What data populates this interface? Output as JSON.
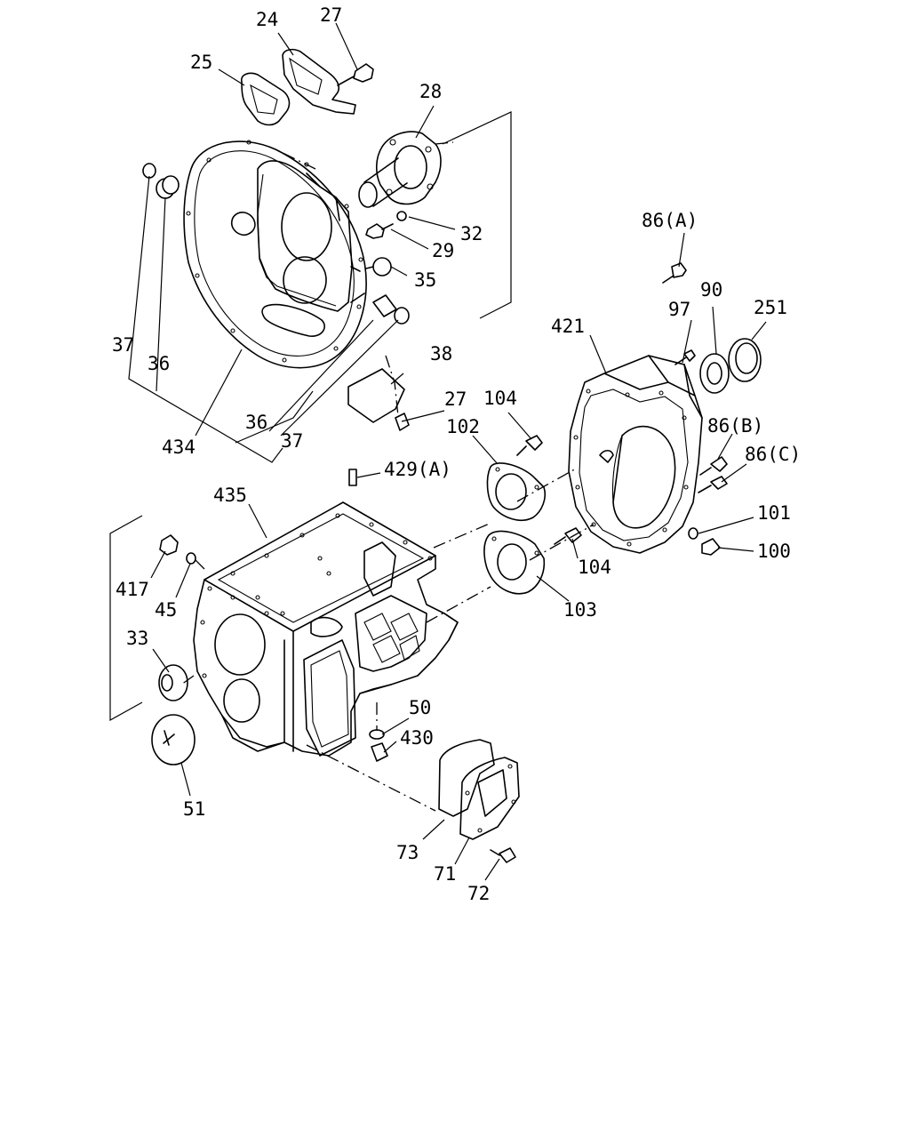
{
  "callouts": [
    {
      "id": "p24",
      "text": "24"
    },
    {
      "id": "p27a",
      "text": "27"
    },
    {
      "id": "p25",
      "text": "25"
    },
    {
      "id": "p28",
      "text": "28"
    },
    {
      "id": "p32",
      "text": "32"
    },
    {
      "id": "p29",
      "text": "29"
    },
    {
      "id": "p35",
      "text": "35"
    },
    {
      "id": "p86a",
      "text": "86(A)"
    },
    {
      "id": "p90",
      "text": "90"
    },
    {
      "id": "p251",
      "text": "251"
    },
    {
      "id": "p97",
      "text": "97"
    },
    {
      "id": "p421",
      "text": "421"
    },
    {
      "id": "p37a",
      "text": "37"
    },
    {
      "id": "p36a",
      "text": "36"
    },
    {
      "id": "p38",
      "text": "38"
    },
    {
      "id": "p104a",
      "text": "104"
    },
    {
      "id": "p27b",
      "text": "27"
    },
    {
      "id": "p102",
      "text": "102"
    },
    {
      "id": "p36b",
      "text": "36"
    },
    {
      "id": "p86b",
      "text": "86(B)"
    },
    {
      "id": "p37b",
      "text": "37"
    },
    {
      "id": "p434",
      "text": "434"
    },
    {
      "id": "p86c",
      "text": "86(C)"
    },
    {
      "id": "p429a",
      "text": "429(A)"
    },
    {
      "id": "p435",
      "text": "435"
    },
    {
      "id": "p101",
      "text": "101"
    },
    {
      "id": "p100",
      "text": "100"
    },
    {
      "id": "p104b",
      "text": "104"
    },
    {
      "id": "p417",
      "text": "417"
    },
    {
      "id": "p45",
      "text": "45"
    },
    {
      "id": "p103",
      "text": "103"
    },
    {
      "id": "p33",
      "text": "33"
    },
    {
      "id": "p50",
      "text": "50"
    },
    {
      "id": "p430",
      "text": "430"
    },
    {
      "id": "p51",
      "text": "51"
    },
    {
      "id": "p73",
      "text": "73"
    },
    {
      "id": "p71",
      "text": "71"
    },
    {
      "id": "p72",
      "text": "72"
    }
  ]
}
